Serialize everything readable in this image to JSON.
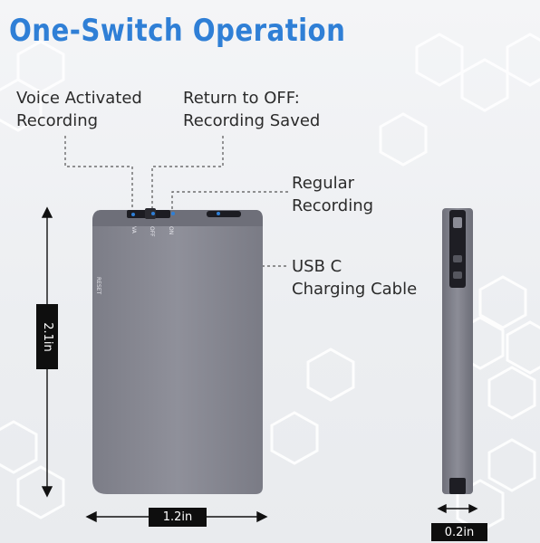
{
  "title": "One-Switch Operation",
  "callouts": {
    "voice_activated": [
      "Voice Activated",
      "Recording"
    ],
    "return_off": [
      "Return to OFF:",
      "Recording Saved"
    ],
    "regular": [
      "Regular",
      "Recording"
    ],
    "usb": [
      "USB C",
      "Charging Cable"
    ]
  },
  "device_labels": {
    "va": "VA",
    "off": "OFF",
    "on": "ON",
    "reset": "RESET"
  },
  "dimensions": {
    "height": "2.1in",
    "width": "1.2in",
    "depth": "0.2in"
  },
  "colors": {
    "title": "#2f7fd6",
    "device": "#8a8b95",
    "led": "#2f7fd6"
  }
}
